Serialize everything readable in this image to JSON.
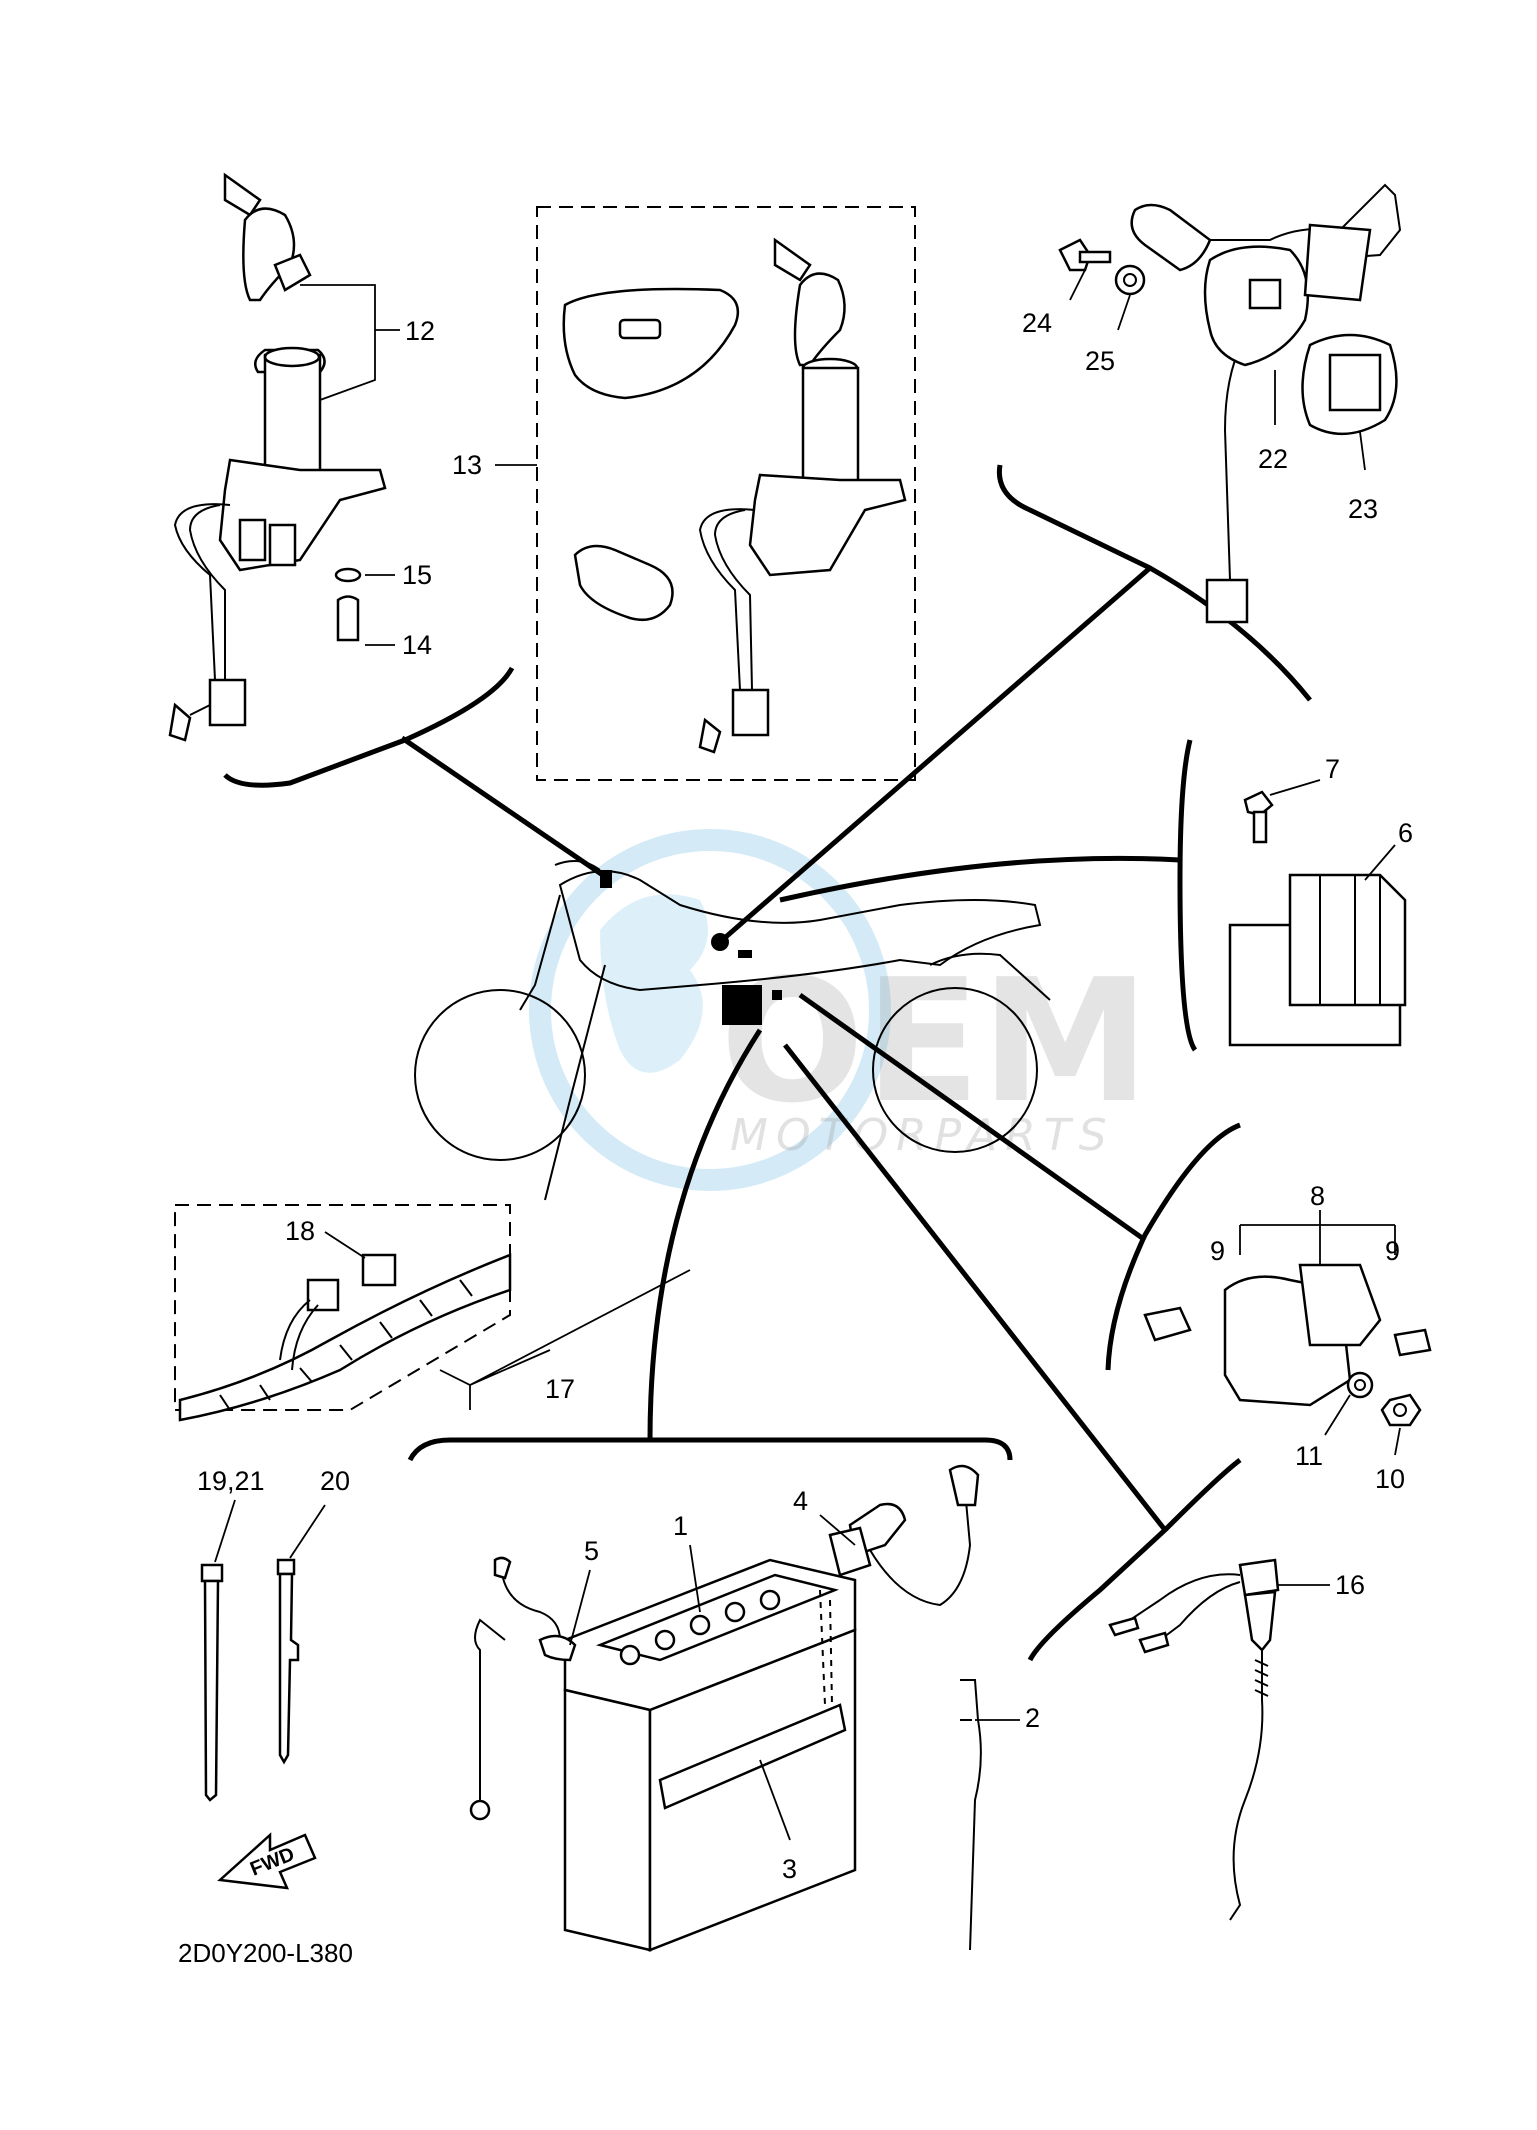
{
  "diagram": {
    "drawing_code": "2D0Y200-L380",
    "fwd_arrow_label": "FWD",
    "watermark": {
      "brand": "OEM",
      "subtitle": "MOTORPARTS"
    },
    "callouts": [
      {
        "id": "c12",
        "text": "12"
      },
      {
        "id": "c13",
        "text": "13"
      },
      {
        "id": "c14",
        "text": "14"
      },
      {
        "id": "c15",
        "text": "15"
      },
      {
        "id": "c24",
        "text": "24"
      },
      {
        "id": "c25",
        "text": "25"
      },
      {
        "id": "c22",
        "text": "22"
      },
      {
        "id": "c23",
        "text": "23"
      },
      {
        "id": "c7",
        "text": "7"
      },
      {
        "id": "c6",
        "text": "6"
      },
      {
        "id": "c8",
        "text": "8"
      },
      {
        "id": "c9a",
        "text": "9"
      },
      {
        "id": "c9b",
        "text": "9"
      },
      {
        "id": "c11",
        "text": "11"
      },
      {
        "id": "c10",
        "text": "10"
      },
      {
        "id": "c18",
        "text": "18"
      },
      {
        "id": "c17",
        "text": "17"
      },
      {
        "id": "c1921",
        "text": "19,21"
      },
      {
        "id": "c20",
        "text": "20"
      },
      {
        "id": "c4",
        "text": "4"
      },
      {
        "id": "c5",
        "text": "5"
      },
      {
        "id": "c1",
        "text": "1"
      },
      {
        "id": "c2",
        "text": "2"
      },
      {
        "id": "c3",
        "text": "3"
      },
      {
        "id": "c16",
        "text": "16"
      }
    ]
  }
}
